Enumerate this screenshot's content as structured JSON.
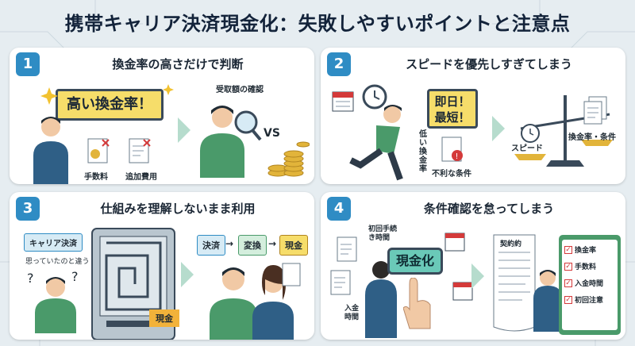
{
  "title": "携帯キャリア決済現金化：失敗しやすいポイントと注意点",
  "panels": [
    {
      "number": "1",
      "heading": "換金率の高さだけで判断",
      "sign": "高い換金率！",
      "label_confirm": "受取額の確認",
      "vs": "VS",
      "fee1": "手数料",
      "fee2": "追加費用"
    },
    {
      "number": "2",
      "heading": "スピードを優先しすぎてしまう",
      "sign_line1": "即日！",
      "sign_line2": "最短！",
      "low_rate": "低い換金率",
      "unfavorable": "不利な条件",
      "speed": "スピード",
      "rate_conditions": "換金率・条件"
    },
    {
      "number": "3",
      "heading": "仕組みを理解しないまま利用",
      "carrier": "キャリア決済",
      "thought": "思っていたのと違う",
      "cash_arrow": "現金",
      "flow": [
        "決済",
        "変換",
        "現金"
      ]
    },
    {
      "number": "4",
      "heading": "条件確認を怠ってしまう",
      "first_time": "初回手続き時間",
      "deposit_time": "入金時間",
      "button": "現金化",
      "contract": "契約約",
      "checklist": [
        "換金率",
        "手数料",
        "入金時間",
        "初回注意"
      ]
    }
  ],
  "colors": {
    "accent": "#2f8cc4",
    "sign": "#f6dd6a",
    "coin": "#e2b43a",
    "green": "#4a9a6a",
    "red": "#d43a3a"
  }
}
